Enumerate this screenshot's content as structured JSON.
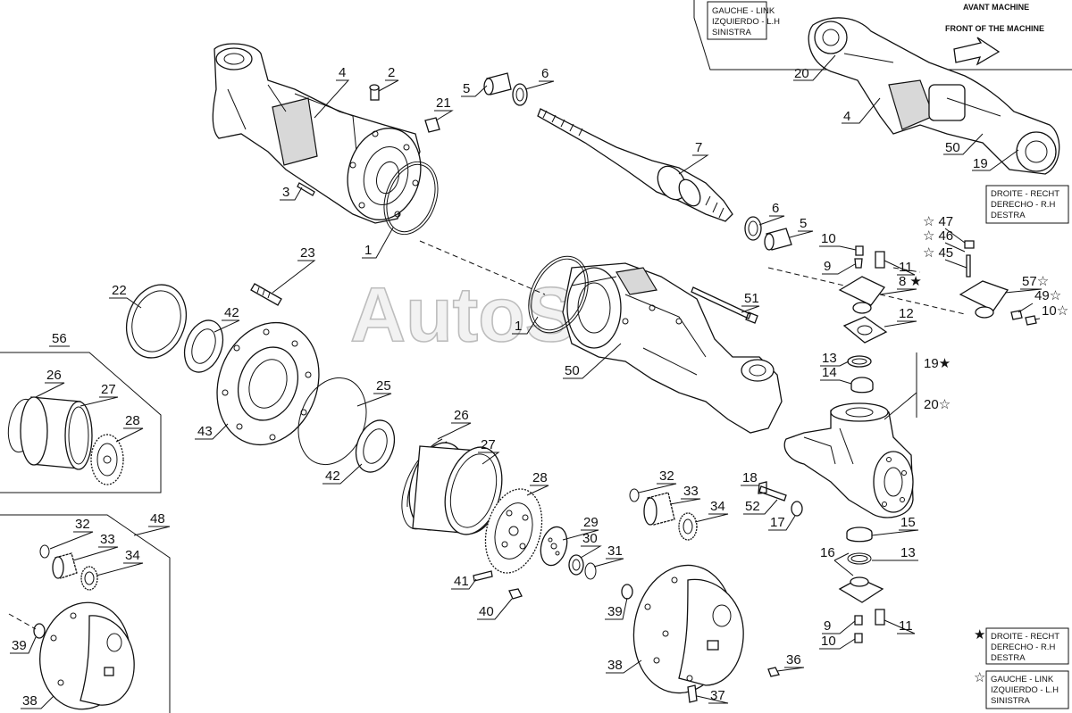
{
  "watermark": "AutoSoft",
  "callouts": {
    "c1a": "1",
    "c1b": "1",
    "c2": "2",
    "c3": "3",
    "c4": "4",
    "c5a": "5",
    "c5b": "5",
    "c6a": "6",
    "c6b": "6",
    "c7": "7",
    "c8": "8",
    "c9a": "9",
    "c9b": "9",
    "c10a": "10",
    "c10b": "10",
    "c10c": "10",
    "c11a": "11",
    "c11b": "11",
    "c12": "12",
    "c13a": "13",
    "c13b": "13",
    "c14": "14",
    "c15": "15",
    "c16": "16",
    "c17": "17",
    "c18": "18",
    "c19": "19",
    "c20": "20",
    "c21": "21",
    "c22": "22",
    "c23": "23",
    "c25": "25",
    "c26a": "26",
    "c26b": "26",
    "c27a": "27",
    "c27b": "27",
    "c28a": "28",
    "c28b": "28",
    "c29": "29",
    "c30": "30",
    "c31": "31",
    "c32a": "32",
    "c32b": "32",
    "c33a": "33",
    "c33b": "33",
    "c34a": "34",
    "c34b": "34",
    "c36": "36",
    "c37": "37",
    "c38a": "38",
    "c38b": "38",
    "c39a": "39",
    "c39b": "39",
    "c40": "40",
    "c41": "41",
    "c42a": "42",
    "c42b": "42",
    "c43": "43",
    "c45": "45",
    "c46": "46",
    "c47": "47",
    "c48": "48",
    "c49": "49",
    "c50": "50",
    "c51": "51",
    "c52": "52",
    "c56": "56",
    "c57": "57"
  },
  "inset": {
    "avant": "AVANT MACHINE",
    "front": "FRONT OF THE MACHINE",
    "c20": "20",
    "c4": "4",
    "c50": "50",
    "c19": "19"
  },
  "side_labels": {
    "left": [
      "GAUCHE - LINK",
      "IZQUIERDO - L.H",
      "SINISTRA"
    ],
    "right": [
      "DROITE - RECHT",
      "DERECHO - R.H",
      "DESTRA"
    ]
  },
  "legend": {
    "star_filled": {
      "symbol": "★",
      "lines": [
        "DROITE - RECHT",
        "DERECHO - R.H",
        "DESTRA"
      ]
    },
    "star_outline": {
      "symbol": "☆",
      "lines": [
        "GAUCHE - LINK",
        "IZQUIERDO - L.H",
        "SINISTRA"
      ]
    }
  }
}
